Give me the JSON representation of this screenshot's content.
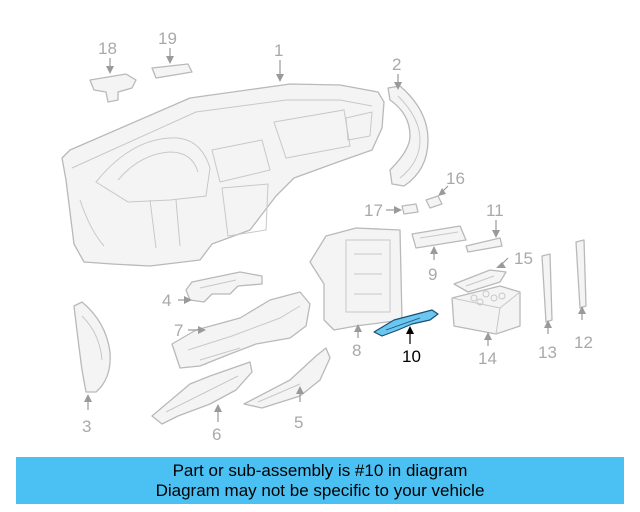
{
  "diagram": {
    "callouts": {
      "c1": "1",
      "c2": "2",
      "c3": "3",
      "c4": "4",
      "c5": "5",
      "c6": "6",
      "c7": "7",
      "c8": "8",
      "c9": "9",
      "c10": "10",
      "c11": "11",
      "c12": "12",
      "c13": "13",
      "c14": "14",
      "c15": "15",
      "c16": "16",
      "c17": "17",
      "c18": "18",
      "c19": "19"
    },
    "highlighted_part": "10",
    "highlight_color": "#69c7f0",
    "outline_color": "#1d4f73"
  },
  "banner": {
    "line1": "Part or sub-assembly is #10 in diagram",
    "line2": "Diagram may not be specific to your vehicle",
    "background": "#4bc0f2"
  }
}
